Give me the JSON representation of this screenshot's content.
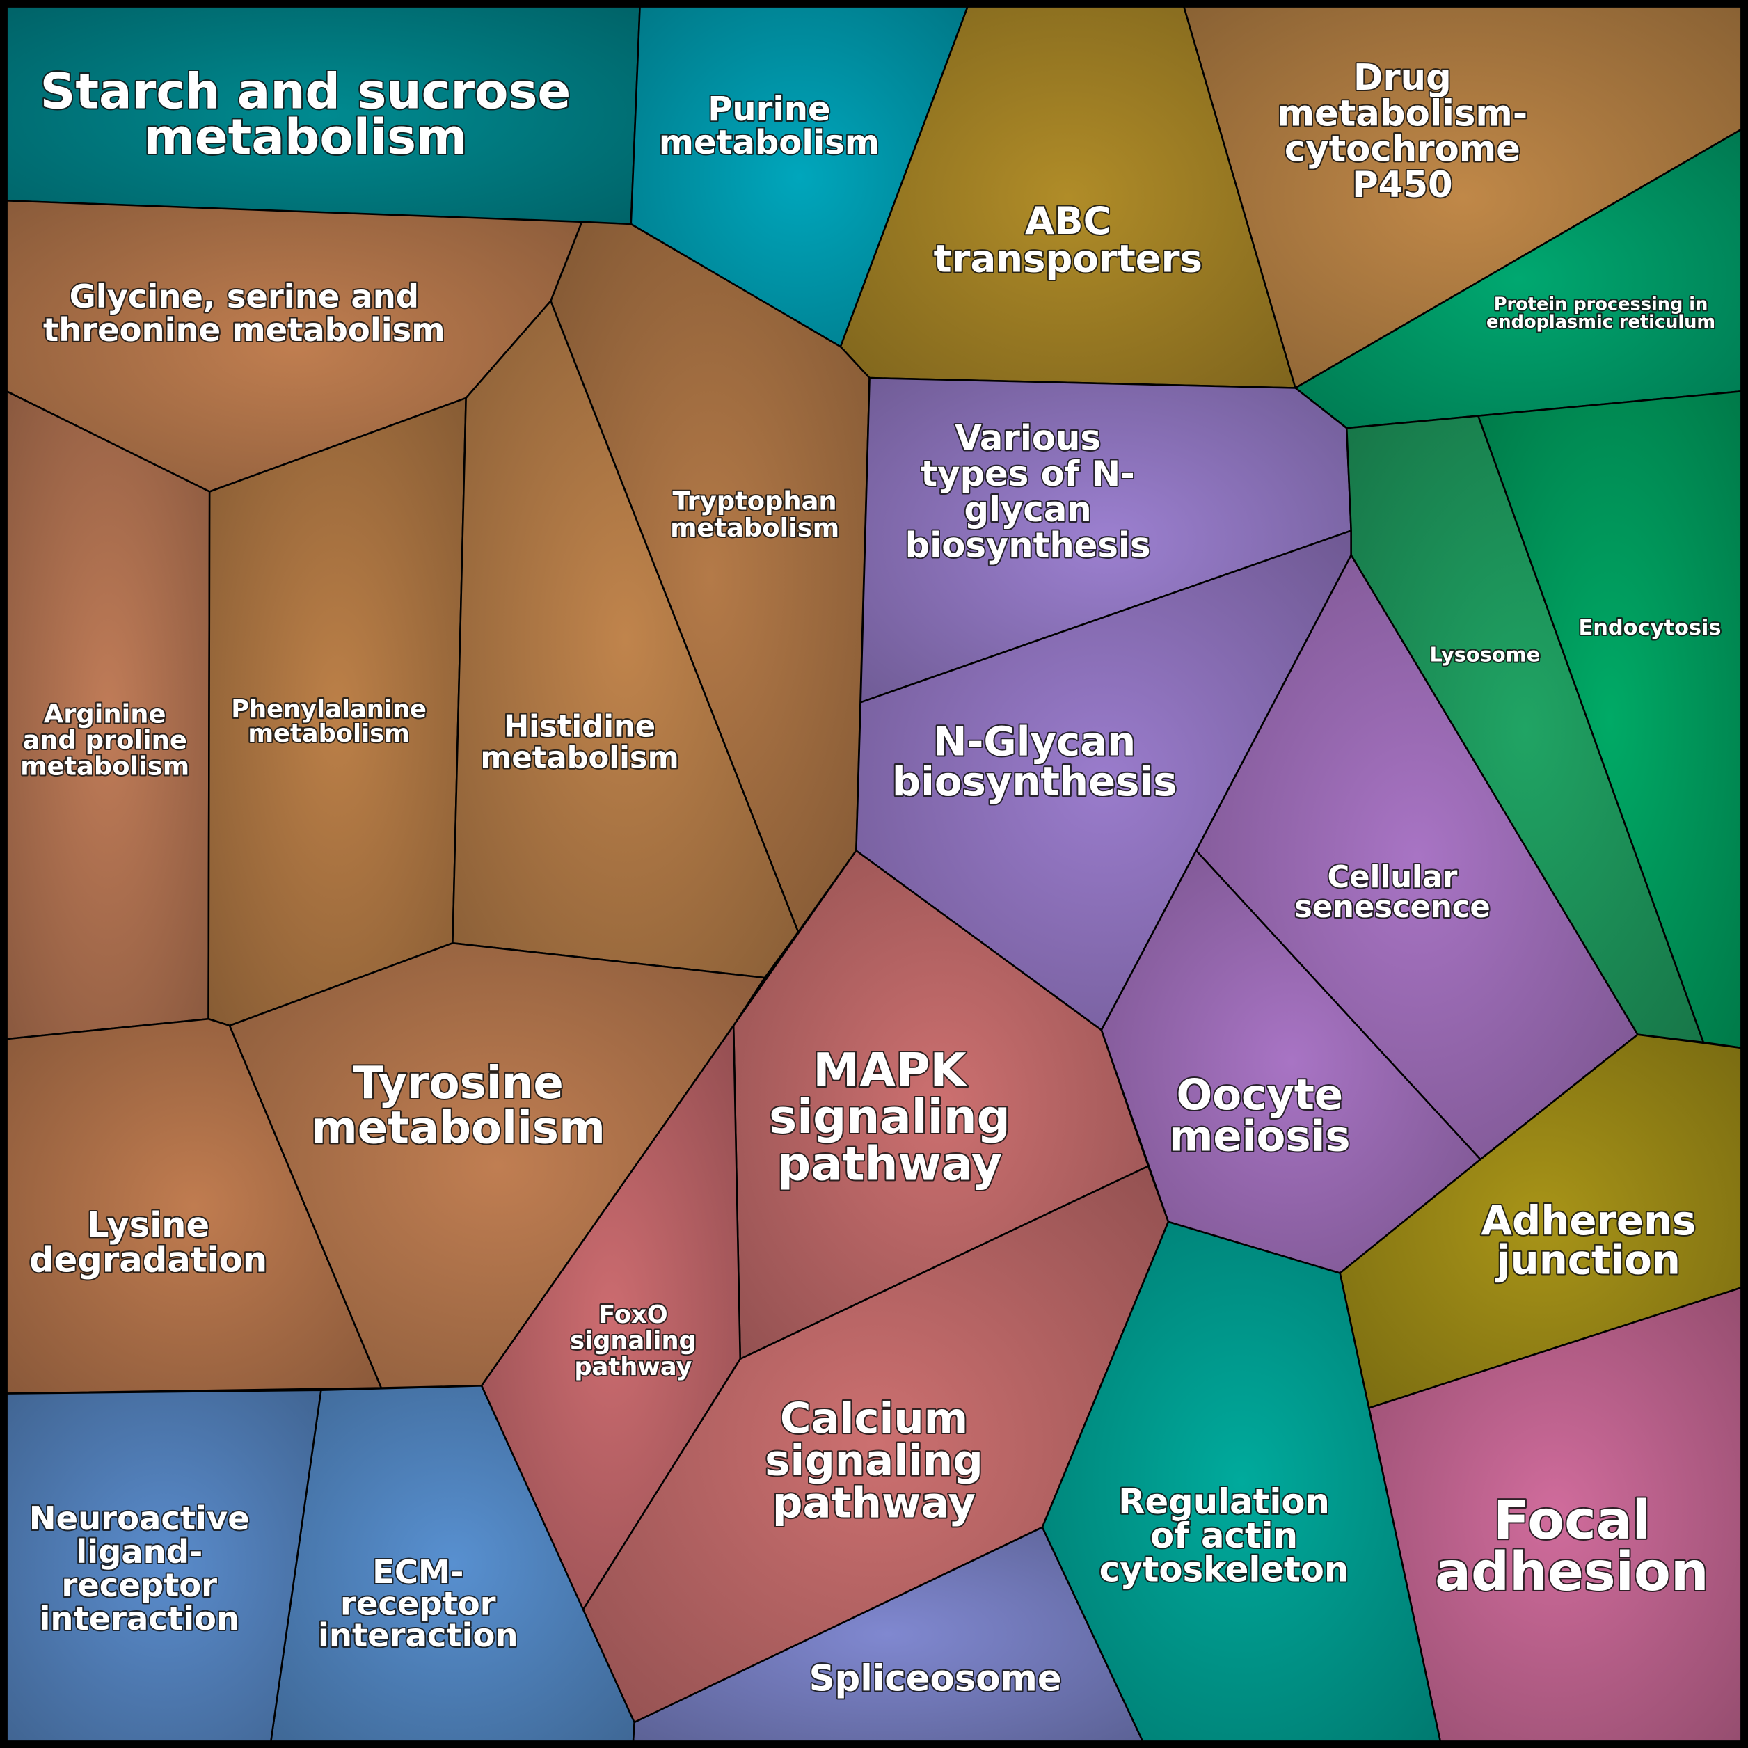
{
  "title": "Pathway Voronoi treemap",
  "cells": [
    {
      "label": [
        "Starch and sucrose",
        "metabolism"
      ],
      "color": "#008a90"
    },
    {
      "label": [
        "Purine",
        "metabolism"
      ],
      "color": "#00a6bc"
    },
    {
      "label": [
        "ABC",
        "transporters"
      ],
      "color": "#b08c28"
    },
    {
      "label": [
        "Drug",
        "metabolism-",
        "cytochrome",
        "P450"
      ],
      "color": "#c08848"
    },
    {
      "label": [
        "Protein processing in",
        "endoplasmic reticulum"
      ],
      "color": "#00a870"
    },
    {
      "label": [
        "Glycine, serine and",
        "threonine metabolism"
      ],
      "color": "#c07e50"
    },
    {
      "label": [
        "Tryptophan",
        "metabolism"
      ],
      "color": "#b47a48"
    },
    {
      "label": [
        "Arginine",
        "and proline",
        "metabolism"
      ],
      "color": "#c07c58"
    },
    {
      "label": [
        "Phenylalanine",
        "metabolism"
      ],
      "color": "#bc8048"
    },
    {
      "label": [
        "Histidine",
        "metabolism"
      ],
      "color": "#c0844c"
    },
    {
      "label": [
        "Various",
        "types of N-",
        "glycan",
        "biosynthesis"
      ],
      "color": "#9c80d0"
    },
    {
      "label": [
        "N-Glycan",
        "biosynthesis"
      ],
      "color": "#9a7ccc"
    },
    {
      "label": [
        "Lysosome"
      ],
      "color": "#20a464"
    },
    {
      "label": [
        "Endocytosis"
      ],
      "color": "#00aa66"
    },
    {
      "label": [
        "Cellular",
        "senescence"
      ],
      "color": "#a874c4"
    },
    {
      "label": [
        "Oocyte",
        "meiosis"
      ],
      "color": "#a874c4"
    },
    {
      "label": [
        "Lysine",
        "degradation"
      ],
      "color": "#c07c50"
    },
    {
      "label": [
        "Tyrosine",
        "metabolism"
      ],
      "color": "#c07e52"
    },
    {
      "label": [
        "MAPK",
        "signaling",
        "pathway"
      ],
      "color": "#cc7070"
    },
    {
      "label": [
        "FoxO",
        "signaling",
        "pathway"
      ],
      "color": "#cc6c70"
    },
    {
      "label": [
        "Calcium",
        "signaling",
        "pathway"
      ],
      "color": "#cc7070"
    },
    {
      "label": [
        "Adherens",
        "junction"
      ],
      "color": "#a89418"
    },
    {
      "label": [
        "Focal",
        "adhesion"
      ],
      "color": "#d06c9c"
    },
    {
      "label": [
        "Regulation",
        "of actin",
        "cytoskeleton"
      ],
      "color": "#00aa9c"
    },
    {
      "label": [
        "Spliceosome"
      ],
      "color": "#8088d0"
    },
    {
      "label": [
        "ECM-",
        "receptor",
        "interaction"
      ],
      "color": "#5890d0"
    },
    {
      "label": [
        "Neuroactive",
        "ligand-",
        "receptor",
        "interaction"
      ],
      "color": "#5a8ccc"
    }
  ]
}
